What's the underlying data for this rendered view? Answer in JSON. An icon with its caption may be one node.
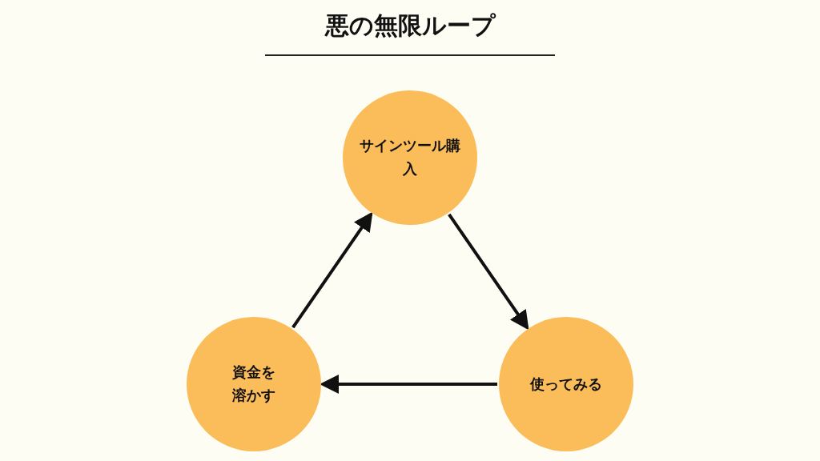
{
  "diagram": {
    "title": "悪の無限ループ",
    "nodes": [
      {
        "text": [
          "サインツール購入"
        ]
      },
      {
        "text": [
          "使ってみる"
        ]
      },
      {
        "text": [
          "資金を溶かす"
        ]
      }
    ],
    "edges": [
      {
        "from": 0,
        "to": 1,
        "arrow": "to"
      },
      {
        "from": 1,
        "to": 2,
        "arrow": "to"
      },
      {
        "from": 2,
        "to": 0,
        "arrow": "to"
      }
    ]
  }
}
